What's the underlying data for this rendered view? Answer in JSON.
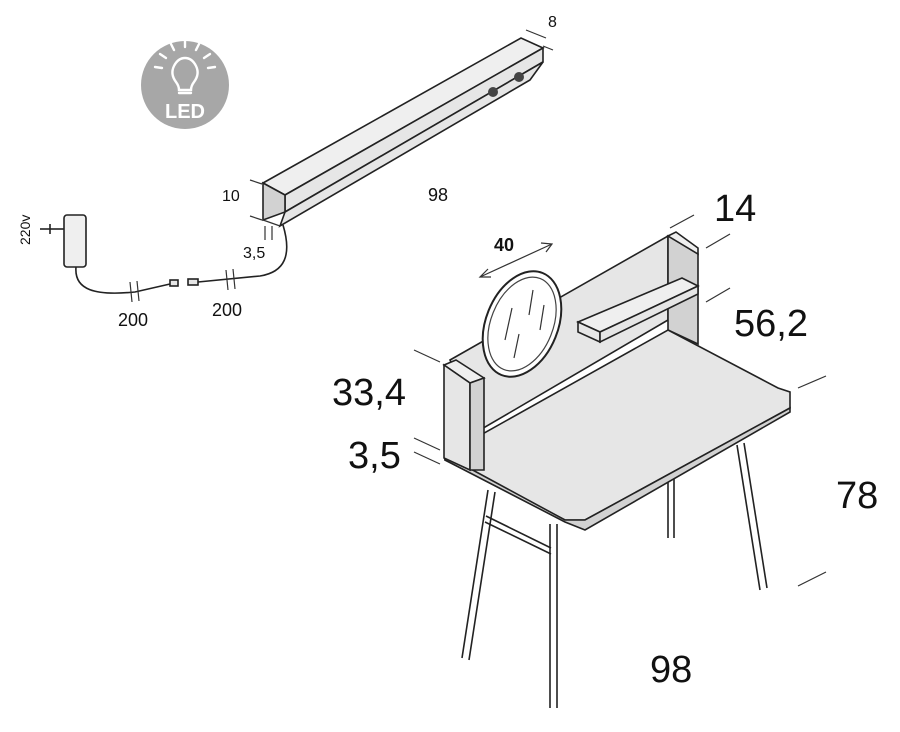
{
  "badge": {
    "label": "LED",
    "color": "#a7a7a7"
  },
  "led_bar": {
    "depth_label": "8",
    "height_label": "10",
    "width_label": "98",
    "thickness_label": "3,5"
  },
  "adapter": {
    "voltage_label": "220v",
    "cable_lengths": [
      "200",
      "200"
    ]
  },
  "desk": {
    "mirror_label": "40",
    "shelf_depth_label": "14",
    "back_height_label": "56,2",
    "side_height_label": "33,4",
    "top_thickness_label": "3,5",
    "height_label": "78",
    "width_label": "98"
  },
  "colors": {
    "panel": "#e6e6e6",
    "panel_dark": "#d2d2d2",
    "stroke": "#222222"
  }
}
